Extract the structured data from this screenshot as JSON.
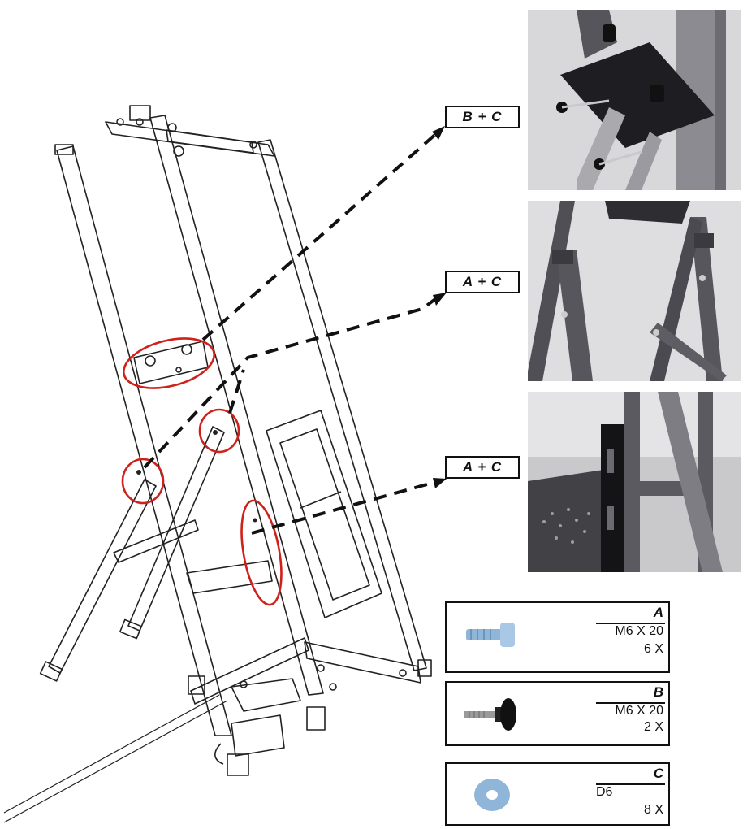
{
  "callouts": [
    {
      "label": "B + C"
    },
    {
      "label": "A + C"
    },
    {
      "label": "A + C"
    }
  ],
  "parts": [
    {
      "letter": "A",
      "spec": "M6 X 20",
      "qty": "6 X",
      "icon": "bolt-icon"
    },
    {
      "letter": "B",
      "spec": "M6 X 20",
      "qty": "2 X",
      "icon": "knob-screw-icon"
    },
    {
      "letter": "C",
      "spec": "D6",
      "qty": "8 X",
      "icon": "washer-icon"
    }
  ],
  "colors": {
    "highlight": "#d0201a",
    "line": "#111111",
    "photo_frame": "#6f6f75",
    "photo_bg": "#d9d9dc"
  }
}
